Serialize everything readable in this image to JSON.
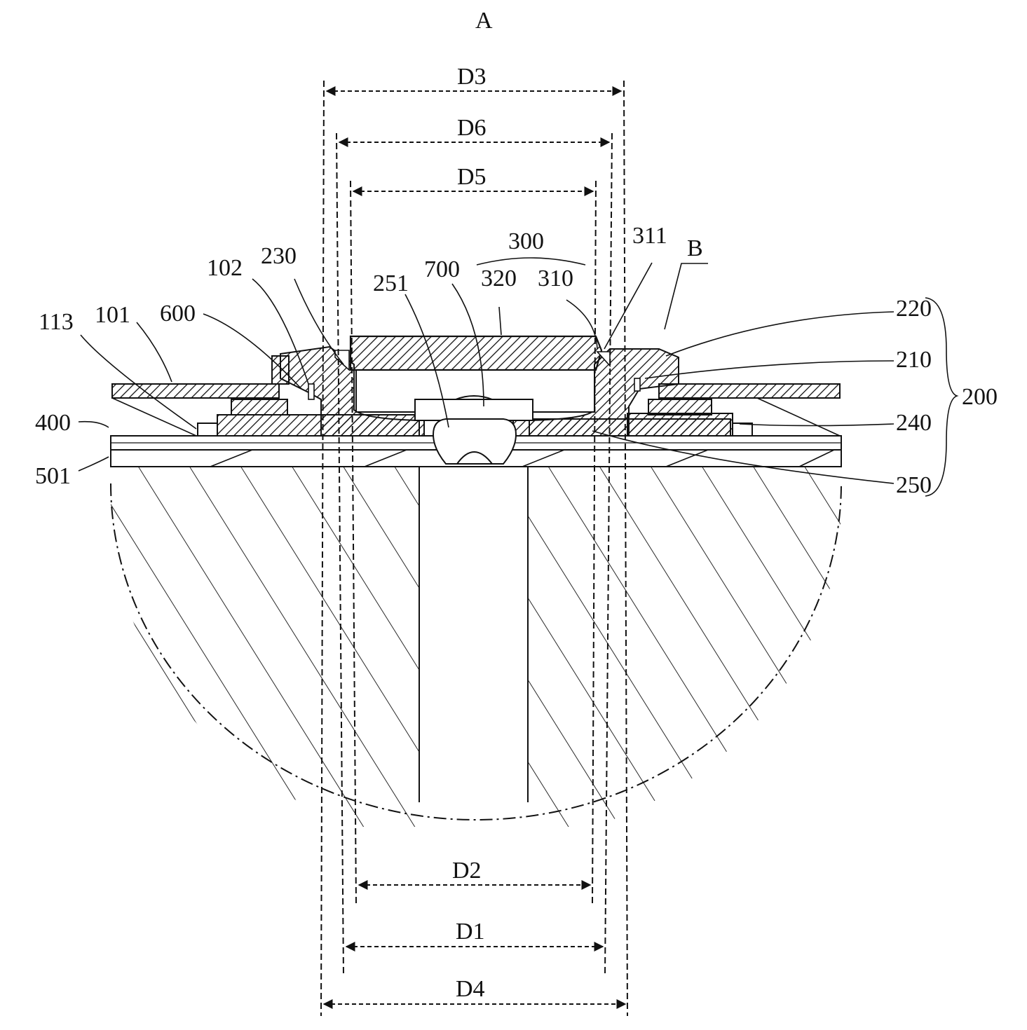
{
  "figure": {
    "view_label": "A",
    "detail_label": "B",
    "colors": {
      "ink": "#111111",
      "paper": "#ffffff"
    }
  },
  "dimensions": {
    "D3": "D3",
    "D6": "D6",
    "D5": "D5",
    "D2": "D2",
    "D1": "D1",
    "D4": "D4"
  },
  "callouts": {
    "c113": "113",
    "c101": "101",
    "c600": "600",
    "c102": "102",
    "c230": "230",
    "c251": "251",
    "c700": "700",
    "c300": "300",
    "c320": "320",
    "c310": "310",
    "c311": "311",
    "c220": "220",
    "c210": "210",
    "c200": "200",
    "c240": "240",
    "c250": "250",
    "c400": "400",
    "c501": "501"
  }
}
